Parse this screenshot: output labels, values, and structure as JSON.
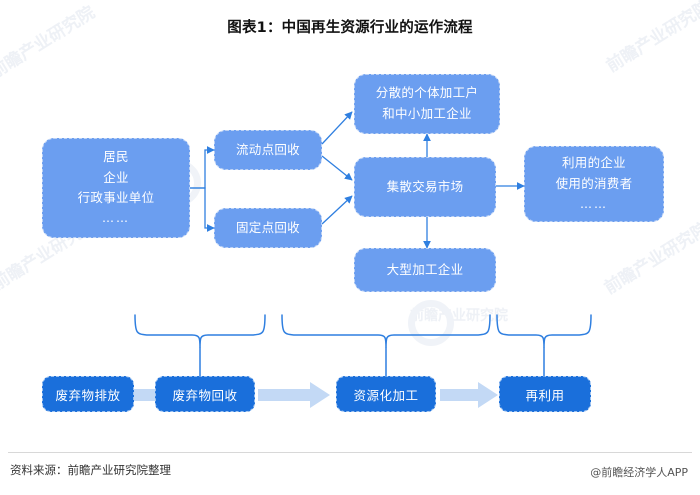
{
  "title": "图表1：中国再生资源行业的运作流程",
  "colors": {
    "node_fill": "#6b9ef0",
    "node_border": "#bcd2f5",
    "process_fill": "#1a6fdb",
    "arrow_light": "#c3d9f5",
    "connector": "#2f7fe0",
    "watermark": "#eef1f6"
  },
  "nodes": {
    "sources": {
      "lines": [
        "居民",
        "企业",
        "行政事业单位",
        "……"
      ]
    },
    "mobile_collection": {
      "label": "流动点回收"
    },
    "fixed_collection": {
      "label": "固定点回收"
    },
    "small_processors": {
      "lines": [
        "分散的个体加工户",
        "和中小加工企业"
      ]
    },
    "trading_market": {
      "label": "集散交易市场"
    },
    "large_processors": {
      "label": "大型加工企业"
    },
    "end_users": {
      "lines": [
        "利用的企业",
        "使用的消费者",
        "……"
      ]
    }
  },
  "process_chain": [
    {
      "label": "废弃物排放"
    },
    {
      "label": "废弃物回收"
    },
    {
      "label": "资源化加工"
    },
    {
      "label": "再利用"
    }
  ],
  "footer": {
    "source": "资料来源：前瞻产业研究院整理",
    "credit": "@前瞻经济学人APP"
  },
  "watermarks": {
    "left_top": "前瞻产业研究院",
    "left_mid": "前瞻产业研究院",
    "right_top": "前瞻产业研究院",
    "right_mid": "前瞻产业研究院",
    "center": "前瞻产业研究院"
  }
}
